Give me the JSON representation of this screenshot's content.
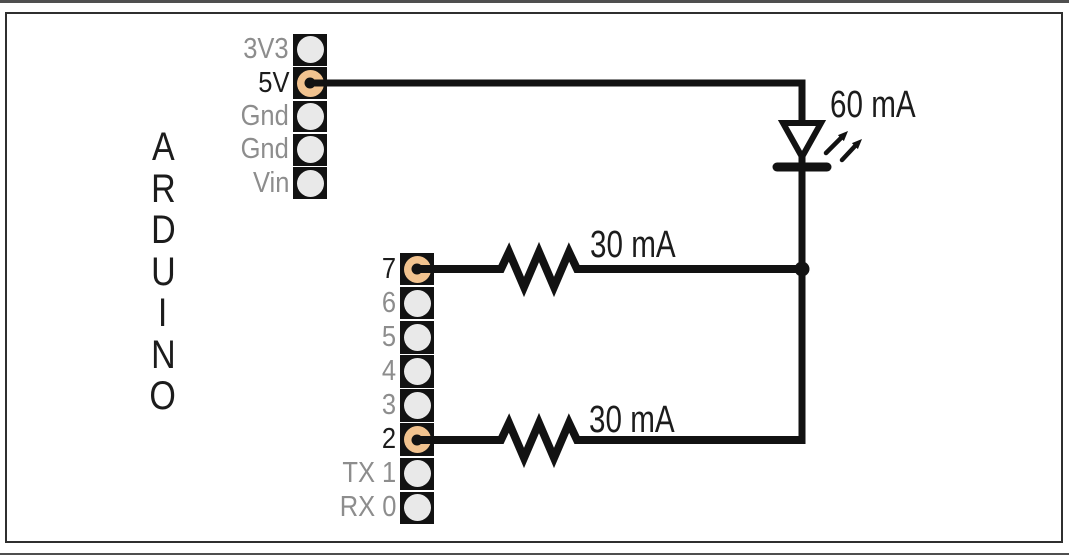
{
  "arduino": {
    "label": "ARDUINO"
  },
  "power_header": {
    "pins": [
      {
        "label": "3V3",
        "active": false
      },
      {
        "label": "5V",
        "active": true
      },
      {
        "label": "Gnd",
        "active": false
      },
      {
        "label": "Gnd",
        "active": false
      },
      {
        "label": "Vin",
        "active": false
      }
    ]
  },
  "digital_header": {
    "pins": [
      {
        "label": "7",
        "active": true
      },
      {
        "label": "6",
        "active": false
      },
      {
        "label": "5",
        "active": false
      },
      {
        "label": "4",
        "active": false
      },
      {
        "label": "3",
        "active": false
      },
      {
        "label": "2",
        "active": true
      },
      {
        "label": "TX 1",
        "active": false
      },
      {
        "label": "RX 0",
        "active": false
      }
    ]
  },
  "components": {
    "led": {
      "current": "60 mA"
    },
    "resistor_top": {
      "current": "30 mA"
    },
    "resistor_bottom": {
      "current": "30 mA"
    }
  },
  "colors": {
    "active_pin": "#f2c38f",
    "inactive_pin": "#e9e9e9",
    "header_body": "#121212",
    "active_label": "#1c1c1c",
    "inactive_label": "#8d8d8d",
    "wire": "#121212",
    "frame_border": "#2f2f2f"
  }
}
